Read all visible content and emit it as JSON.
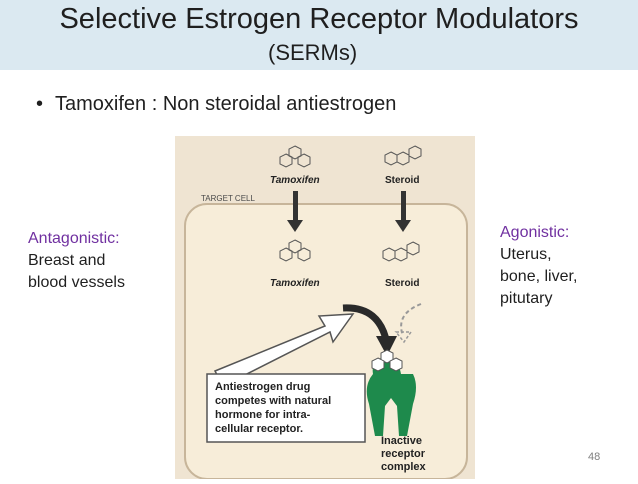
{
  "title": {
    "line1": "Selective Estrogen Receptor Modulators",
    "line2": "(SERMs)"
  },
  "bullet": {
    "marker": "•",
    "text": "Tamoxifen : Non steroidal antiestrogen"
  },
  "left_note": {
    "heading": "Antagonistic:",
    "line1": "Breast and",
    "line2": "blood vessels"
  },
  "right_note": {
    "heading": "Agonistic:",
    "line1": "Uterus,",
    "line2": "bone, liver,",
    "line3": "pitutary"
  },
  "figure": {
    "tamoxifen_top": "Tamoxifen",
    "steroid_top": "Steroid",
    "target_cell": "TARGET CELL",
    "tamoxifen_mid": "Tamoxifen",
    "steroid_mid": "Steroid",
    "callout": [
      "Antiestrogen drug",
      "competes with natural",
      "hormone for intra-",
      "cellular receptor."
    ],
    "inactive": [
      "Inactive",
      "receptor",
      "complex"
    ],
    "colors": {
      "background": "#efe4d2",
      "cell": "#f7edd9",
      "receptor": "#1e8a4c",
      "arrow": "#2a2a2a"
    }
  },
  "page_number": "48"
}
